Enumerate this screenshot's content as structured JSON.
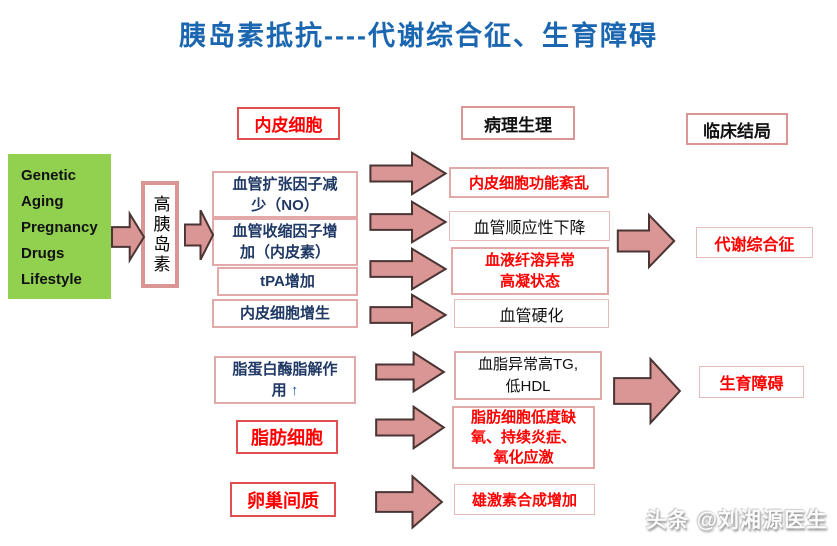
{
  "title": "胰岛素抵抗----代谢综合征、生育障碍",
  "colors": {
    "title_blue": "#1a66b0",
    "risk_green": "#92d050",
    "arrow_salmon": "#d99694",
    "border_salmon": "#e2a9a8",
    "label_border_red": "#e05050",
    "emphasis_red": "#ff0000",
    "mechanism_navy": "#1f3864"
  },
  "risk_factors": {
    "items": [
      "Genetic",
      "Aging",
      "Pregnancy",
      "Drugs",
      "Lifestyle"
    ]
  },
  "hyperinsulin": {
    "label": "高胰岛素"
  },
  "cell_labels": {
    "endothelial": "内皮细胞",
    "adipocyte": "脂肪细胞",
    "ovarian": "卵巢间质"
  },
  "headers": {
    "pathophysiology": "病理生理",
    "clinical": "临床结局"
  },
  "mechanisms": {
    "vasodilator": {
      "line1": "血管扩张因子减",
      "line2": "少（NO）"
    },
    "vasoconstrictor": {
      "line1": "血管收缩因子增",
      "line2": "加（内皮素）"
    },
    "tpa": "tPA增加",
    "proliferation": "内皮细胞增生",
    "lipoprotein": {
      "line1": "脂蛋白酶脂解作",
      "line2": "用 ",
      "arrow": "↑"
    }
  },
  "pathophysiology": {
    "dysfunction": "内皮细胞功能紊乱",
    "compliance": "血管顺应性下降",
    "fibrinolysis": {
      "line1": "血液纤溶异常",
      "line2": "高凝状态"
    },
    "sclerosis": "血管硬化",
    "dyslipidemia": {
      "line1": "血脂异常高TG,",
      "line2": "低HDL"
    },
    "adipocyte_hypoxia": {
      "line1": "脂肪细胞低度缺",
      "line2": "氧、持续炎症、",
      "line3": "氧化应激"
    },
    "androgen": "雄激素合成增加"
  },
  "outcomes": {
    "metabolic": "代谢综合征",
    "fertility": "生育障碍"
  },
  "watermark": "头条 @刘湘源医生"
}
